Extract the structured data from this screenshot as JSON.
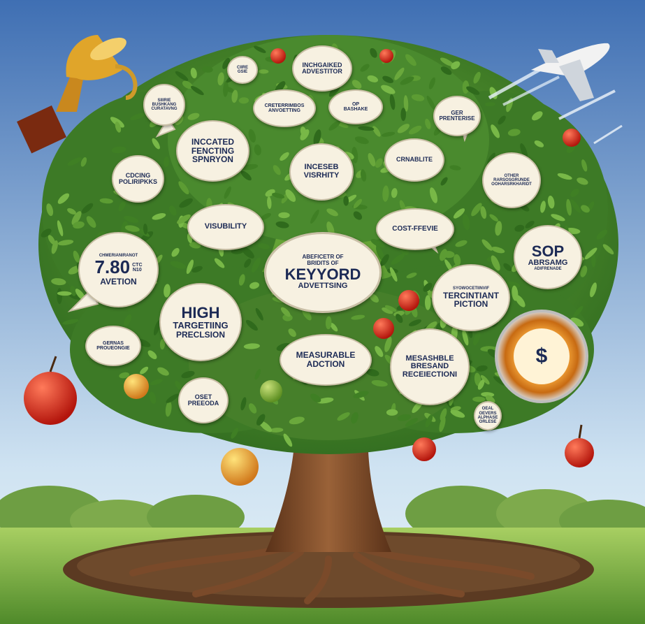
{
  "bubbles": {
    "top_small": [
      "CIIRE",
      "GSIE"
    ],
    "increased_advertising": [
      "INCHGAIKED",
      "ADVESTITOR"
    ],
    "cheering": [
      "CRETERRIMBOS",
      "ANVOETTING"
    ],
    "sp_bashake": [
      "OP",
      "BASHAKE"
    ],
    "boost_curving": [
      "SIIIRIE",
      "BUSHKANG",
      "CURATAVNG"
    ],
    "incated_fencing": [
      "INCCATED",
      "FENCTING",
      "SPNRYON"
    ],
    "coding_polarities": [
      "CDCING",
      "POLIRIPKKS"
    ],
    "ger_prentise": [
      "GER",
      "PRENTERISE"
    ],
    "crnable": [
      "CRNABLITE"
    ],
    "incesed_visibility": [
      "INCESEB",
      "VISRHITY"
    ],
    "other_rarsos": [
      "OTHER",
      "RARSOSGRUNDE",
      "OOHARSRKHARIDT"
    ],
    "visibility": [
      "VISUBILITY"
    ],
    "cost_effective": [
      "COST-FFEVIE"
    ],
    "stat": [
      "CHMERIANIRANOT",
      "7.80",
      "CTC",
      "N10",
      "AVETION"
    ],
    "center": [
      "ABEFICETR OF",
      "BRIDITS OF",
      "KEYYORD",
      "ADVETTSING"
    ],
    "sop": [
      "SOP",
      "ABRSAMG",
      "ADIFRENADE"
    ],
    "tercintiant": [
      "SYOWOCETIINVIF",
      "TERCINTIANT",
      "PICTION"
    ],
    "high_targeting": [
      "HIGH",
      "TARGETIING",
      "PRECLSION"
    ],
    "gernas": [
      "GERNAS",
      "PROUEONGIE"
    ],
    "measurable_adction": [
      "MEASURABLE",
      "ADCTION"
    ],
    "mesashble": [
      "MESASHBLE",
      "BRESAND",
      "RECEIECTIONI"
    ],
    "dollar": [
      "$"
    ],
    "osct": [
      "OSET",
      "PREEODA"
    ],
    "small_right": [
      "OEAL",
      "OEVERS",
      "ALPHASE",
      "ORLESE"
    ]
  },
  "colors": {
    "sky_top": "#3f6fb3",
    "sky_bottom": "#dcebf6",
    "leaf": "#4e8a2c",
    "trunk": "#7a4a2a",
    "grass": "#8fbf4d",
    "bubble_fill": "#f7f1e1",
    "text": "#1c2a55"
  }
}
